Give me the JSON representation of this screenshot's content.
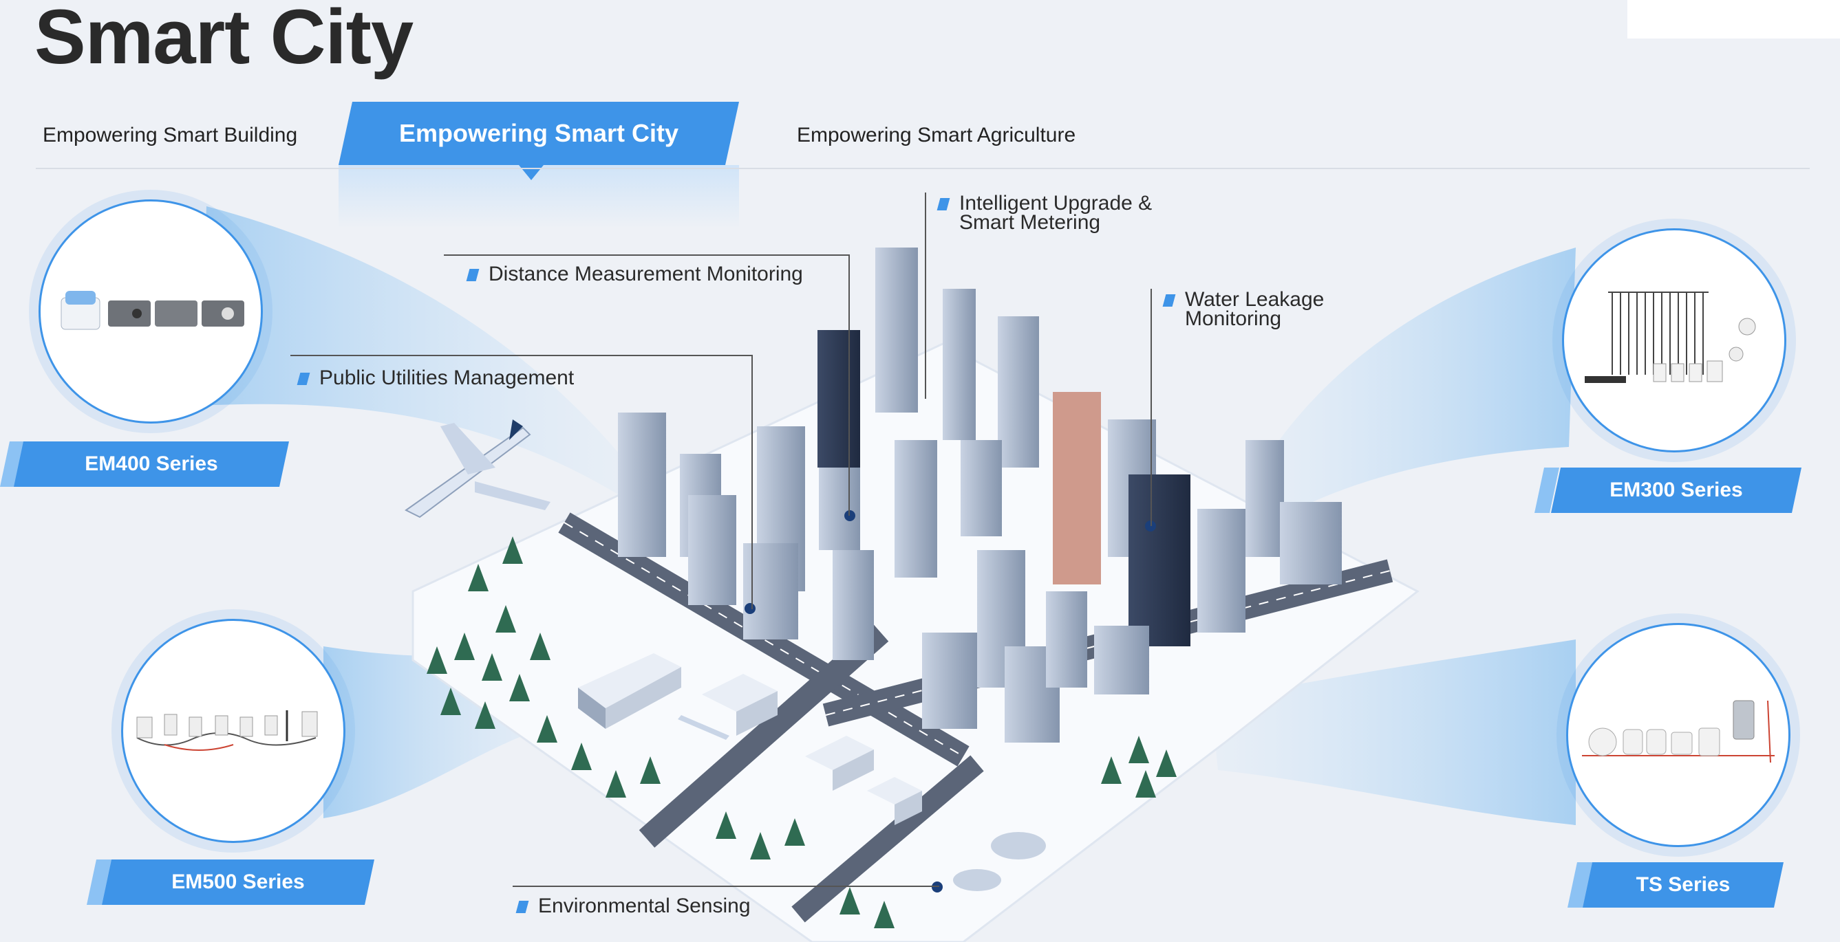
{
  "page": {
    "title": "Smart City"
  },
  "tabs": [
    {
      "label": "Empowering Smart Building"
    },
    {
      "label": "Empowering Smart City",
      "active": true
    },
    {
      "label": "Empowering Smart Agriculture"
    }
  ],
  "callouts": {
    "upgrade": "Intelligent Upgrade &\nSmart Metering",
    "distance": "Distance Measurement Monitoring",
    "water": "Water Leakage\nMonitoring",
    "utilities": "Public Utilities Management",
    "environment": "Environmental Sensing"
  },
  "series": {
    "em400": "EM400 Series",
    "em300": "EM300 Series",
    "em500": "EM500 Series",
    "ts": "TS Series"
  },
  "colors": {
    "accent": "#3e94e8",
    "accent_light": "#8cc2f4",
    "background": "#eef1f6"
  }
}
